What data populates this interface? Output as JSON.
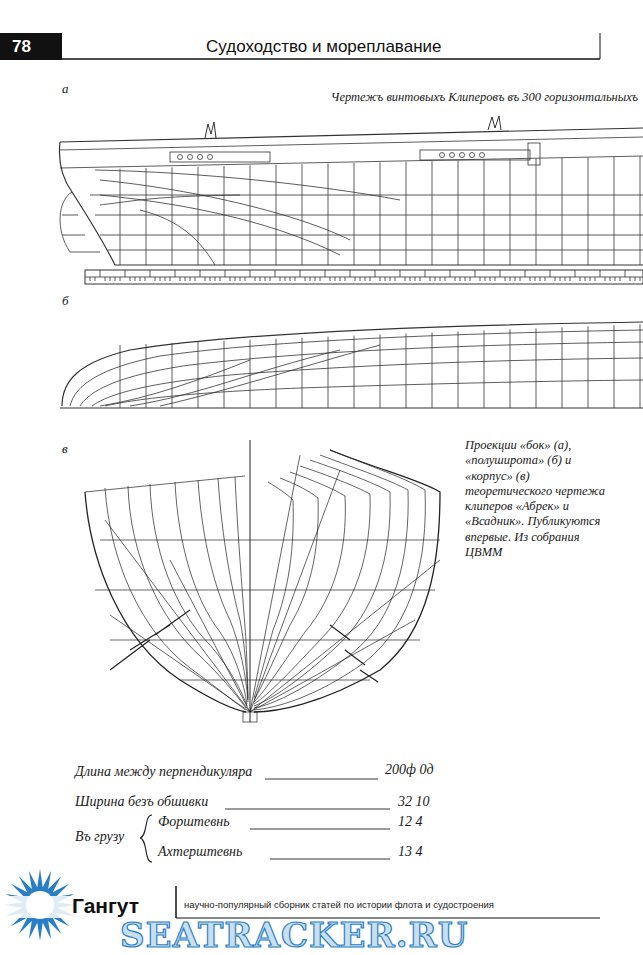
{
  "diagram": {
    "title": "Судоходство и мореплавание",
    "caption": "Проекции «бок» (а), «полуширота» (б) и «корпус» (в) теоретического чертежа клиперов «Абрек» и «Всадник». Публикуются впервые. Из собрания ЦВММ",
    "labels": [
      "78",
      "а",
      "Чертежъ винтовыхъ Клиперовъ въ 300 горизонтальныхъ",
      "б",
      "в",
      "Длина между перпендикуляра",
      "200ф 0д",
      "Ширина безъ обшивки",
      "32 10",
      "Въ грузу",
      "Форштевнь",
      "12 4",
      "Ахтерштевнь",
      "13 4",
      "Гангут",
      "научно-популярный сборник статей по истории флота и судостроения",
      "SEATRACKER.RU"
    ]
  }
}
